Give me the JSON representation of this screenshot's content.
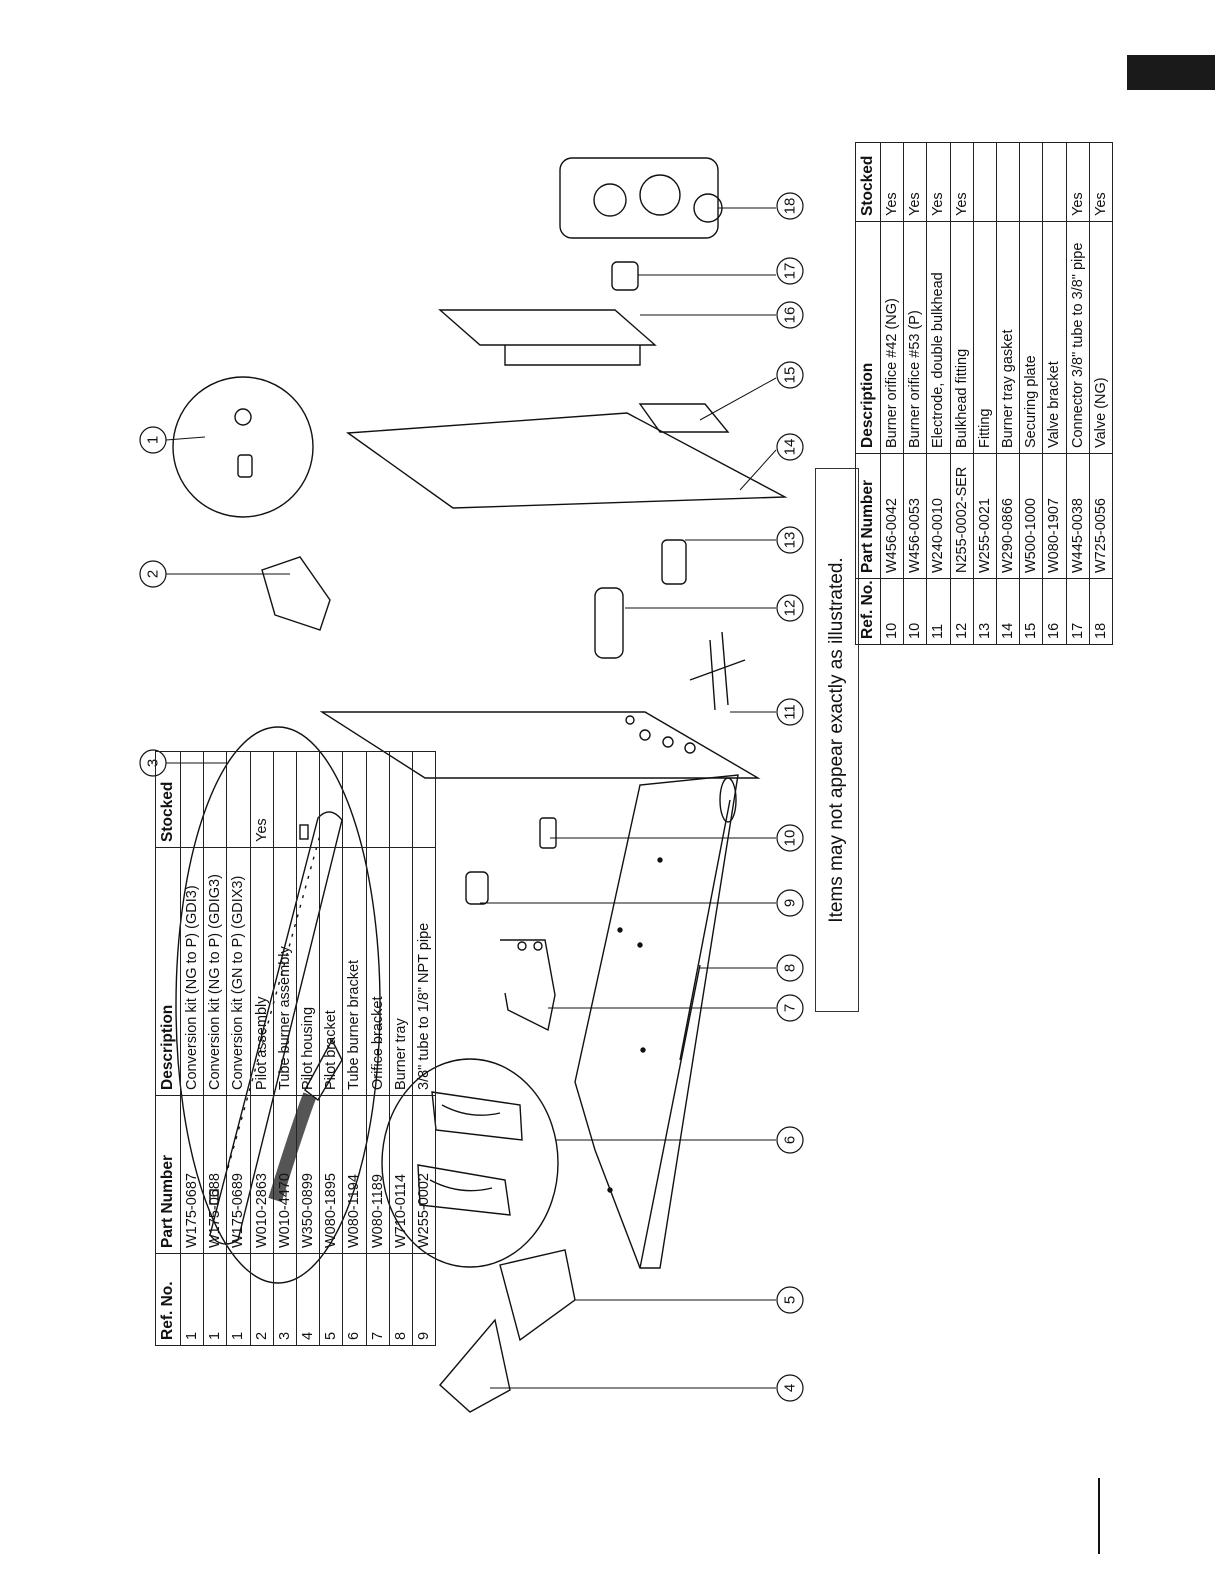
{
  "note": "Items may not appear exactly as illustrated.",
  "callouts": [
    "1",
    "2",
    "3",
    "4",
    "5",
    "6",
    "7",
    "8",
    "9",
    "10",
    "11",
    "12",
    "13",
    "14",
    "15",
    "16",
    "17",
    "18"
  ],
  "table_left": {
    "headers": [
      "Ref. No.",
      "Part Number",
      "Description",
      "Stocked"
    ],
    "rows": [
      {
        "ref": "1",
        "part": "W175-0687",
        "desc": "Conversion kit (NG to P) (GDI3)",
        "stocked": ""
      },
      {
        "ref": "1",
        "part": "W175-0688",
        "desc": "Conversion kit (NG to P) (GDIG3)",
        "stocked": ""
      },
      {
        "ref": "1",
        "part": "W175-0689",
        "desc": "Conversion kit (GN to P) (GDIX3)",
        "stocked": ""
      },
      {
        "ref": "2",
        "part": "W010-2863",
        "desc": "Pilot assembly",
        "stocked": "Yes"
      },
      {
        "ref": "3",
        "part": "W010-4470",
        "desc": "Tube burner assembly",
        "stocked": ""
      },
      {
        "ref": "4",
        "part": "W350-0899",
        "desc": "Pilot housing",
        "stocked": ""
      },
      {
        "ref": "5",
        "part": "W080-1895",
        "desc": "Pilot bracket",
        "stocked": ""
      },
      {
        "ref": "6",
        "part": "W080-1194",
        "desc": "Tube burner bracket",
        "stocked": ""
      },
      {
        "ref": "7",
        "part": "W080-1189",
        "desc": "Orifice bracket",
        "stocked": ""
      },
      {
        "ref": "8",
        "part": "W710-0114",
        "desc": "Burner tray",
        "stocked": ""
      },
      {
        "ref": "9",
        "part": "W255-0002",
        "desc": "3/8\" tube to 1/8\" NPT pipe",
        "stocked": ""
      }
    ]
  },
  "table_right": {
    "headers": [
      "Ref. No.",
      "Part Number",
      "Description",
      "Stocked"
    ],
    "rows": [
      {
        "ref": "10",
        "part": "W456-0042",
        "desc": "Burner orifice #42 (NG)",
        "stocked": "Yes"
      },
      {
        "ref": "10",
        "part": "W456-0053",
        "desc": "Burner orifice #53 (P)",
        "stocked": "Yes"
      },
      {
        "ref": "11",
        "part": "W240-0010",
        "desc": "Electrode, double bulkhead",
        "stocked": "Yes"
      },
      {
        "ref": "12",
        "part": "N255-0002-SER",
        "desc": "Bulkhead fitting",
        "stocked": "Yes"
      },
      {
        "ref": "13",
        "part": "W255-0021",
        "desc": "Fitting",
        "stocked": ""
      },
      {
        "ref": "14",
        "part": "W290-0866",
        "desc": "Burner tray gasket",
        "stocked": ""
      },
      {
        "ref": "15",
        "part": "W500-1000",
        "desc": "Securing plate",
        "stocked": ""
      },
      {
        "ref": "16",
        "part": "W080-1907",
        "desc": "Valve bracket",
        "stocked": ""
      },
      {
        "ref": "17",
        "part": "W445-0038",
        "desc": "Connector 3/8\" tube to 3/8\" pipe",
        "stocked": "Yes"
      },
      {
        "ref": "18",
        "part": "W725-0056",
        "desc": "Valve (NG)",
        "stocked": "Yes"
      }
    ]
  }
}
